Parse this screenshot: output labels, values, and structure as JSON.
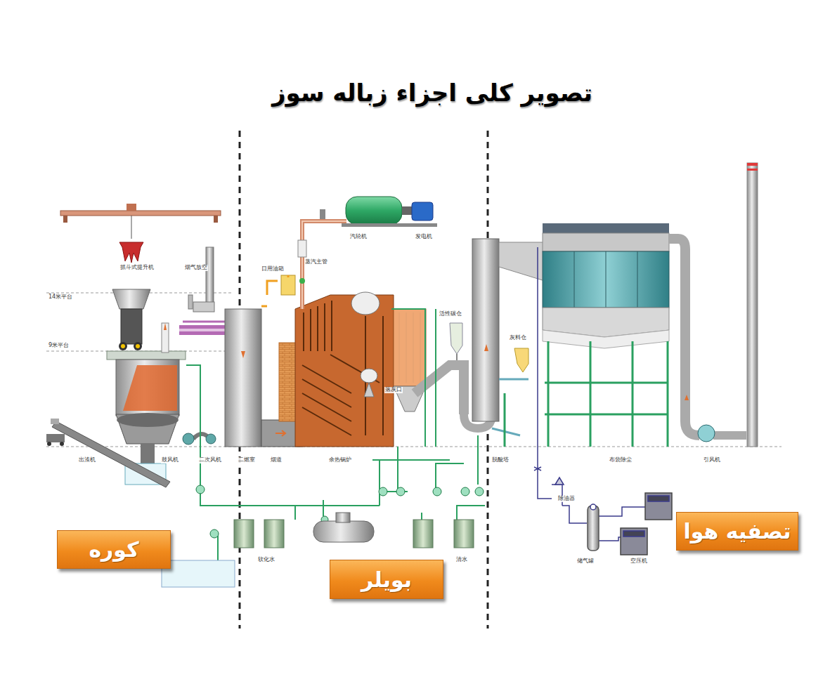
{
  "diagram": {
    "title": "تصویر کلی اجزاء زباله سوز",
    "nodes": [
      {
        "text": [
          "کوره"
        ]
      },
      {
        "text": [
          "بویلر"
        ]
      },
      {
        "text": [
          "تصفیه هوا"
        ]
      }
    ],
    "labels": [
      "抓斗式提升机",
      "烟气放空",
      "14米平台",
      "9米平台",
      "日用油箱",
      "蒸汽主管",
      "汽轮机",
      "发电机",
      "活性碳仓",
      "灰料仓",
      "出渣机",
      "鼓风机",
      "二次风机",
      "二燃室",
      "烟道",
      "余热锅炉",
      "落灰口",
      "脱酸塔",
      "布袋除尘",
      "引风机",
      "除油器",
      "储气罐",
      "空压机",
      "软化水",
      "清水"
    ]
  }
}
